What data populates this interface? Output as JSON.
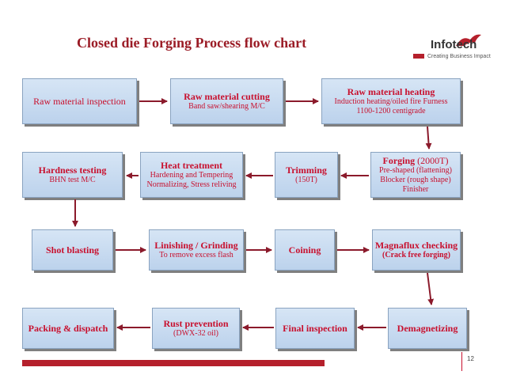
{
  "title": "Closed die Forging Process flow chart",
  "logo": {
    "name": "Infotech",
    "tagline": "Creating Business Impact"
  },
  "page_number": "12",
  "steps": [
    {
      "title": "Raw material inspection",
      "sub": ""
    },
    {
      "title": "Raw material cutting",
      "sub": "Band saw/shearing M/C"
    },
    {
      "title": "Raw material heating",
      "sub": "Induction heating/oiled fire Furness",
      "sub2": "1100-1200 centigrade"
    },
    {
      "title": "Forging",
      "title_suffix": " (2000T)",
      "sub": "Pre-shaped (flattening)",
      "sub2": "Blocker (rough shape)",
      "sub3": "Finisher"
    },
    {
      "title": "Trimming",
      "sub": "(150T)"
    },
    {
      "title": "Heat treatment",
      "sub": "Hardening and Tempering",
      "sub2": "Normalizing, Stress reliving"
    },
    {
      "title": "Hardness testing",
      "sub": "BHN test M/C"
    },
    {
      "title": "Shot blasting",
      "sub": ""
    },
    {
      "title": "Linishing / Grinding",
      "sub": "To remove excess flash"
    },
    {
      "title": "Coining",
      "sub": ""
    },
    {
      "title": "Magnaflux checking",
      "sub": "(Crack free forging)"
    },
    {
      "title": "Demagnetizing",
      "sub": ""
    },
    {
      "title": "Final inspection",
      "sub": ""
    },
    {
      "title": "Rust prevention",
      "sub": "(DWX-32 oil)"
    },
    {
      "title": "Packing & dispatch",
      "sub": ""
    }
  ],
  "colors": {
    "accent": "#9b1c26",
    "text": "#c8102e",
    "box_fill": "#c9dcf0",
    "arrow": "#8b1a2b"
  }
}
